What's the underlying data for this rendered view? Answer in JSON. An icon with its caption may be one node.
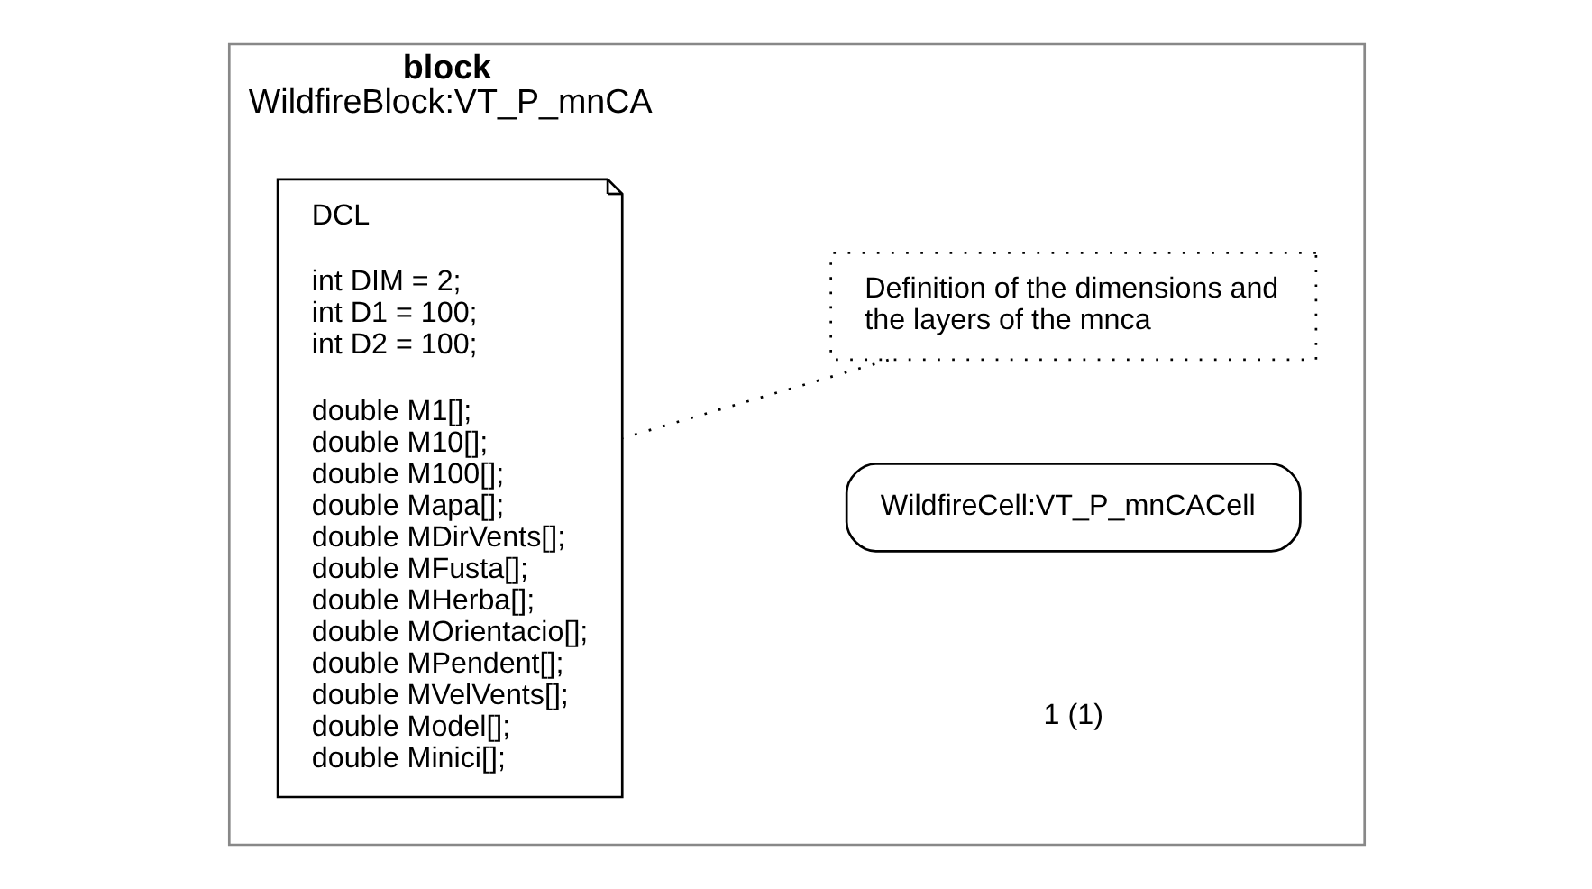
{
  "diagram": {
    "nodes": [
      {
        "text": [
          "block",
          "WildfireBlock:VT_P_mnCA"
        ]
      },
      {
        "text": [
          "DCL",
          "int DIM = 2; int D1 = 100; int D2 = 100;",
          "double M1[]; double M10[]; double M100[]; double Mapa[]; double MDirVents[]; double MFusta[]; double MHerba[]; double MOrientacio[]; double MPendent[]; double MVelVents[]; double Model[]; double Minici[];"
        ],
        "in": 0
      },
      {
        "text": [
          "Definition of the dimensions and the layers of the mnca"
        ],
        "in": 0
      },
      {
        "text": [
          "WildfireCell:VT_P_mnCACell"
        ],
        "in": 0
      }
    ],
    "edges": [
      {
        "from": 2,
        "to": 1,
        "arrow": "none",
        "style": "dashed"
      }
    ],
    "labels": [
      "1 (1)"
    ]
  }
}
